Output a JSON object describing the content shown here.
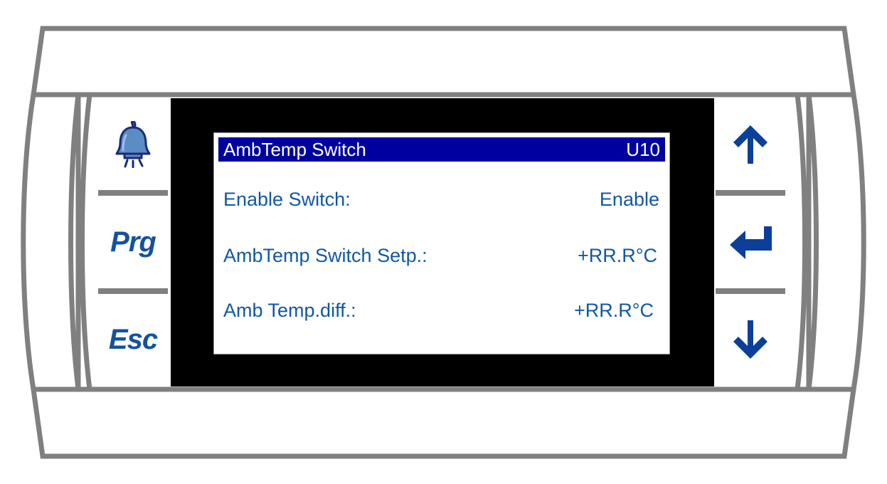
{
  "device": {
    "name": "hvac-controller-terminal",
    "shell_color": "#808080",
    "bezel_color": "#000000",
    "lcd_background": "#ffffff"
  },
  "lcd": {
    "title": "AmbTemp Switch",
    "screen_code": "U10",
    "title_bar_color": "#0000a0",
    "title_text_color": "#ffffff",
    "text_color": "#1157a3",
    "rows": [
      {
        "label": "Enable Switch:",
        "value": "Enable"
      },
      {
        "label": "AmbTemp Switch Setp.:",
        "value": "+RR.R°C"
      },
      {
        "label": "Amb Temp.diff.:",
        "value": "+RR.R°C"
      }
    ]
  },
  "keypad_left": {
    "keys": [
      {
        "name": "alarm-bell-button",
        "icon": "bell-icon",
        "label": ""
      },
      {
        "name": "prg-button",
        "icon": "",
        "label": "Prg"
      },
      {
        "name": "esc-button",
        "icon": "",
        "label": "Esc"
      }
    ]
  },
  "keypad_right": {
    "keys": [
      {
        "name": "up-button",
        "icon": "arrow-up-icon",
        "label": ""
      },
      {
        "name": "enter-button",
        "icon": "arrow-enter-icon",
        "label": ""
      },
      {
        "name": "down-button",
        "icon": "arrow-down-icon",
        "label": ""
      }
    ]
  },
  "colors": {
    "accent_blue": "#1452a0",
    "icon_blue": "#0b3f99",
    "bell_fill": "#5b8cc4",
    "bell_outline": "#1a2a7a",
    "frame_gray": "#808080"
  }
}
